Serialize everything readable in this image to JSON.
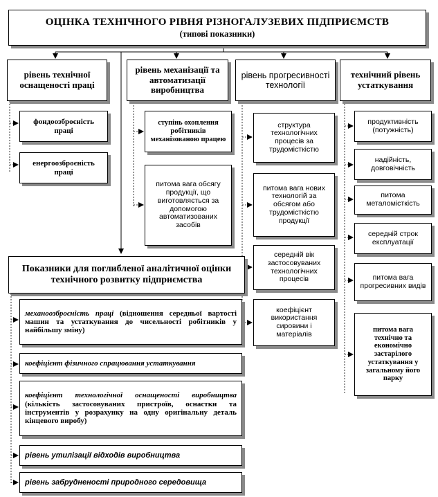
{
  "title": {
    "main": "ОЦІНКА ТЕХНІЧНОГО РІВНЯ РІЗНОГАЛУЗЕВИХ ПІДПРИЄМСТВ",
    "sub": "(типові показники)"
  },
  "columns": [
    {
      "header": "рівень технічної оснащеності праці",
      "items": [
        "фондоозброєність праці",
        "енергоозброєність праці"
      ]
    },
    {
      "header": "рівень механізації та автоматизації виробництва",
      "items": [
        "ступінь охоплення робітників механізованою працею",
        "питома вага обсягу продукції, що виготовляється за допомогою автоматизованих засобів"
      ]
    },
    {
      "header": "рівень прогресивності технології",
      "items": [
        "структура технологічних процесів за трудомісткістю",
        "питома вага нових технологій за обсягом або трудомісткістю продукції",
        "середній вік застосовуваних технологічних процесів",
        "коефіцієнт використання сировини і матеріалів"
      ]
    },
    {
      "header": "технічний рівень устаткування",
      "items": [
        "продуктивність (потужність)",
        "надійність, довговічність",
        "питома металомісткість",
        "середній строк експлуатації",
        "питома вага прогресивних видів",
        "питома вага технічно та економічно застарілого устаткування у загальному його парку"
      ]
    }
  ],
  "advanced": {
    "header": "Показники для поглибленої аналітичної оцінки технічного розвитку підприємства",
    "items": [
      {
        "term": "механоозброєність праці",
        "desc": "(відношення середньої вартості машин та устаткування до чисельності робітників у найбільшу зміну)"
      },
      {
        "term": "коефіцієнт фізичного спрацювання устаткування",
        "desc": ""
      },
      {
        "term": "коефіцієнт технологічної оснащеності виробництва",
        "desc": "(кількість застосовуваних пристроїв, оснастки та інструментів у розрахунку на одну оригінальну деталь кінцевого виробу)"
      },
      {
        "term": "рівень утилізації відходів виробництва",
        "desc": ""
      },
      {
        "term": "рівень забрудненості природного середовища",
        "desc": ""
      }
    ]
  }
}
